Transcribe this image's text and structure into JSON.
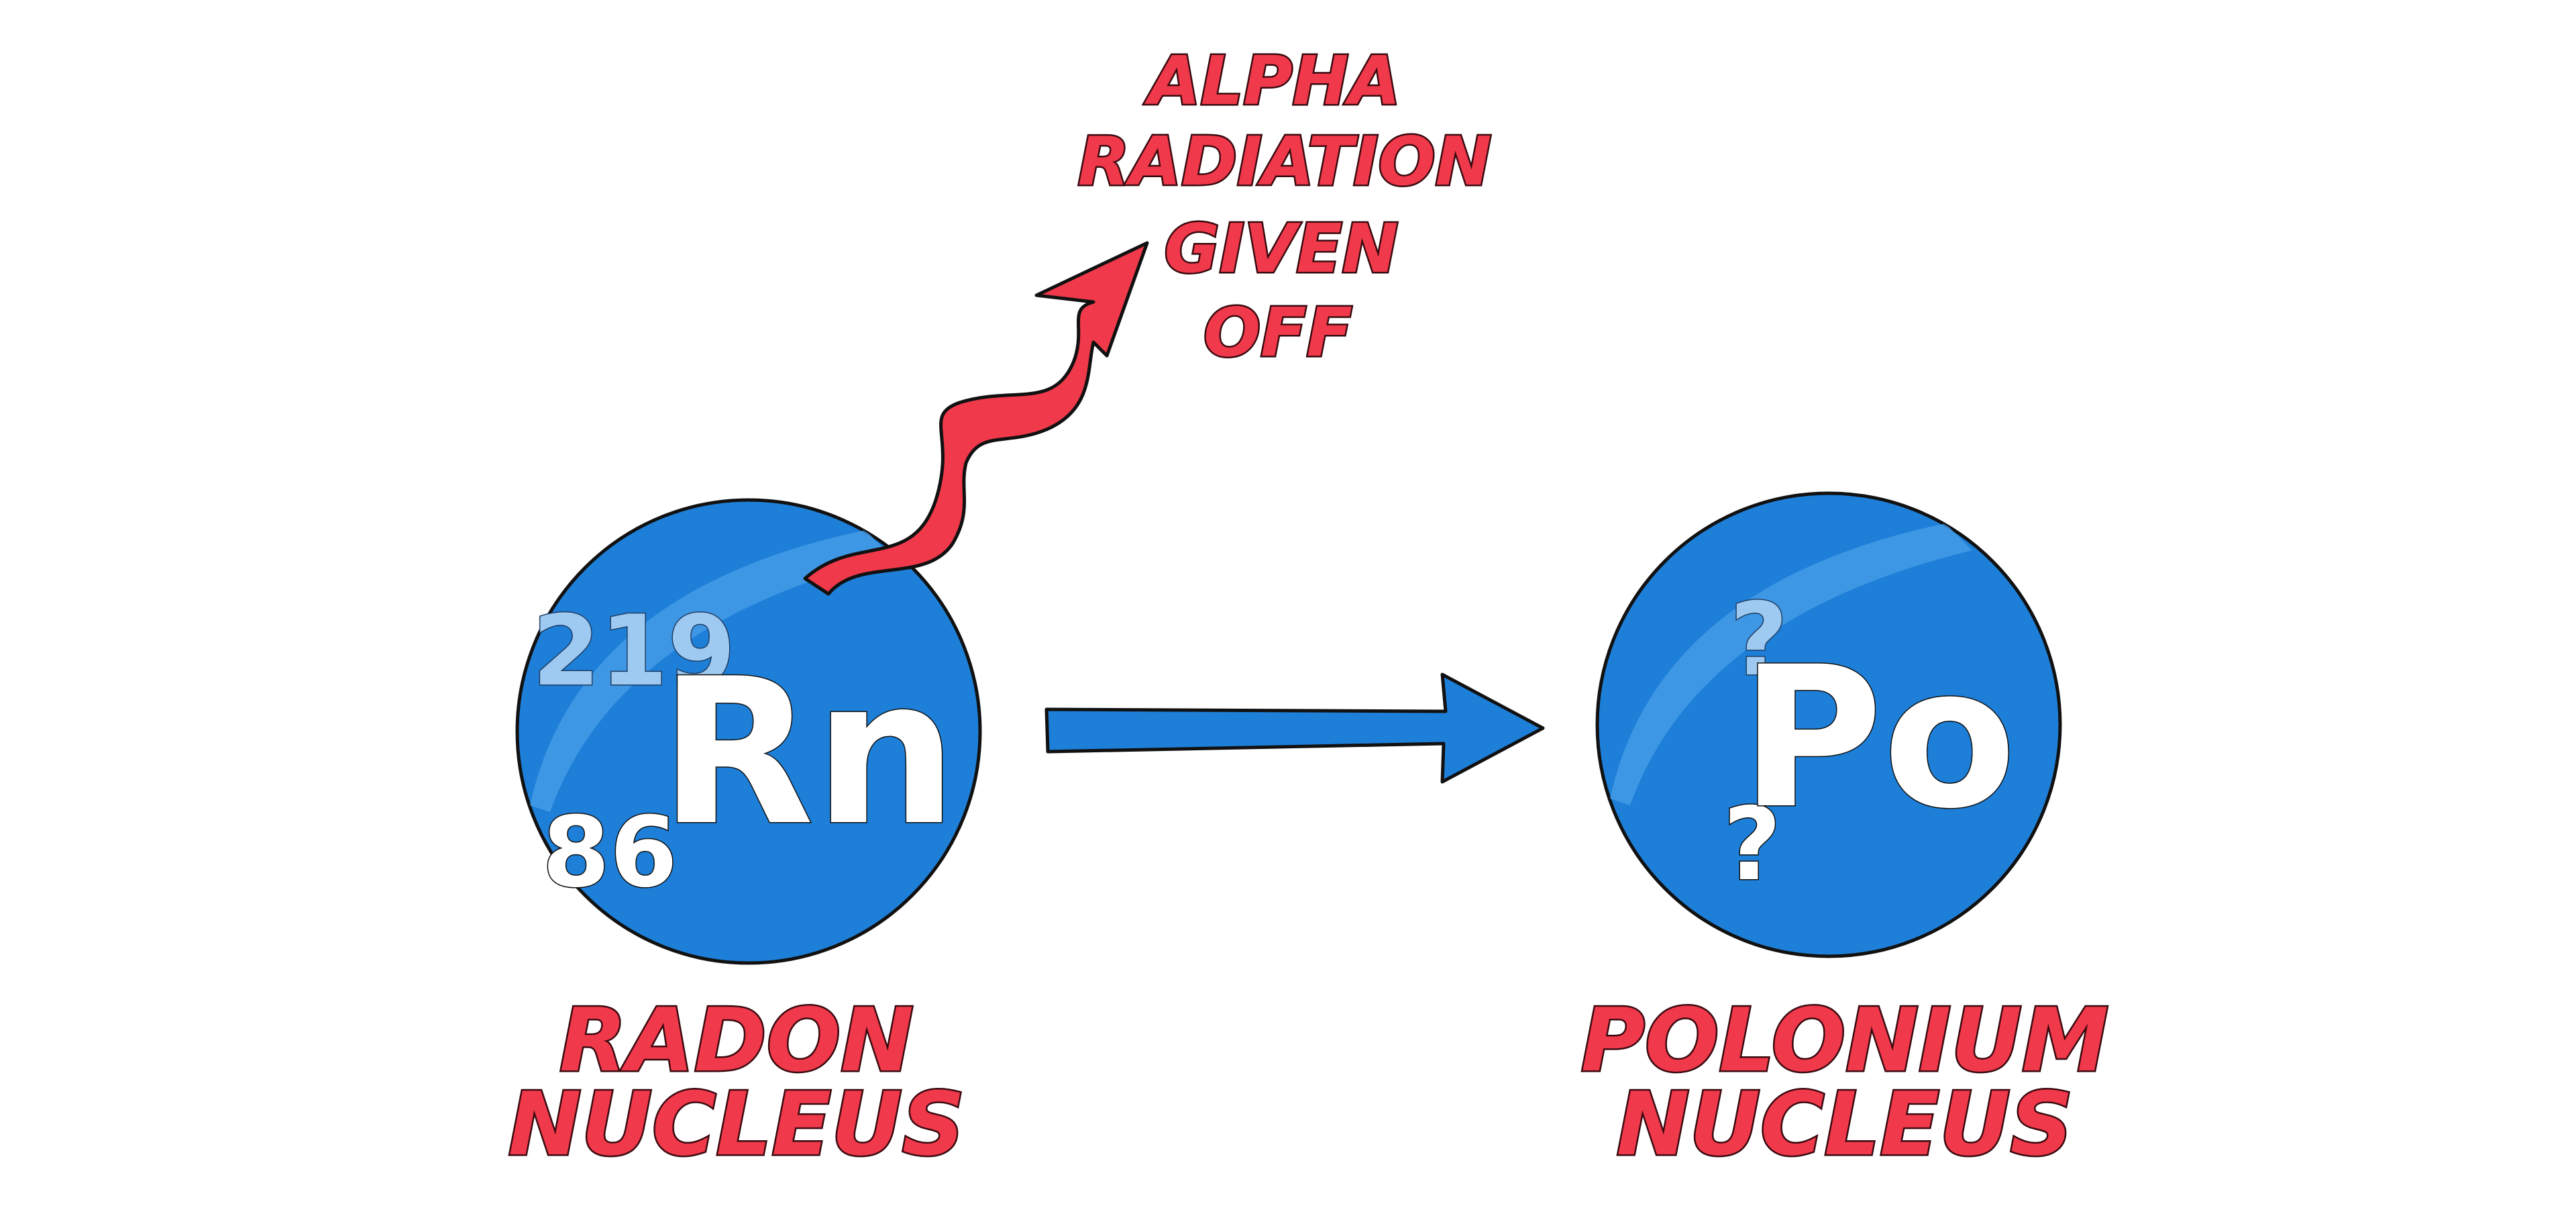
{
  "colors": {
    "nucleus_fill": "#1e7fd8",
    "nucleus_highlight": "#4a9fe8",
    "reaction_arrow": "#1e7fd8",
    "alpha_arrow": "#f0394a",
    "caption_text": "#f0394a"
  },
  "alpha_label": {
    "lines": [
      "ALPHA",
      "RADIATION",
      "GIVEN",
      "OFF"
    ]
  },
  "radon": {
    "symbol": "Rn",
    "mass_number": "219",
    "atomic_number": "86",
    "caption_lines": [
      "RADON",
      "NUCLEUS"
    ]
  },
  "polonium": {
    "symbol": "Po",
    "mass_number": "?",
    "atomic_number": "?",
    "caption_lines": [
      "POLONIUM",
      "NUCLEUS"
    ]
  }
}
